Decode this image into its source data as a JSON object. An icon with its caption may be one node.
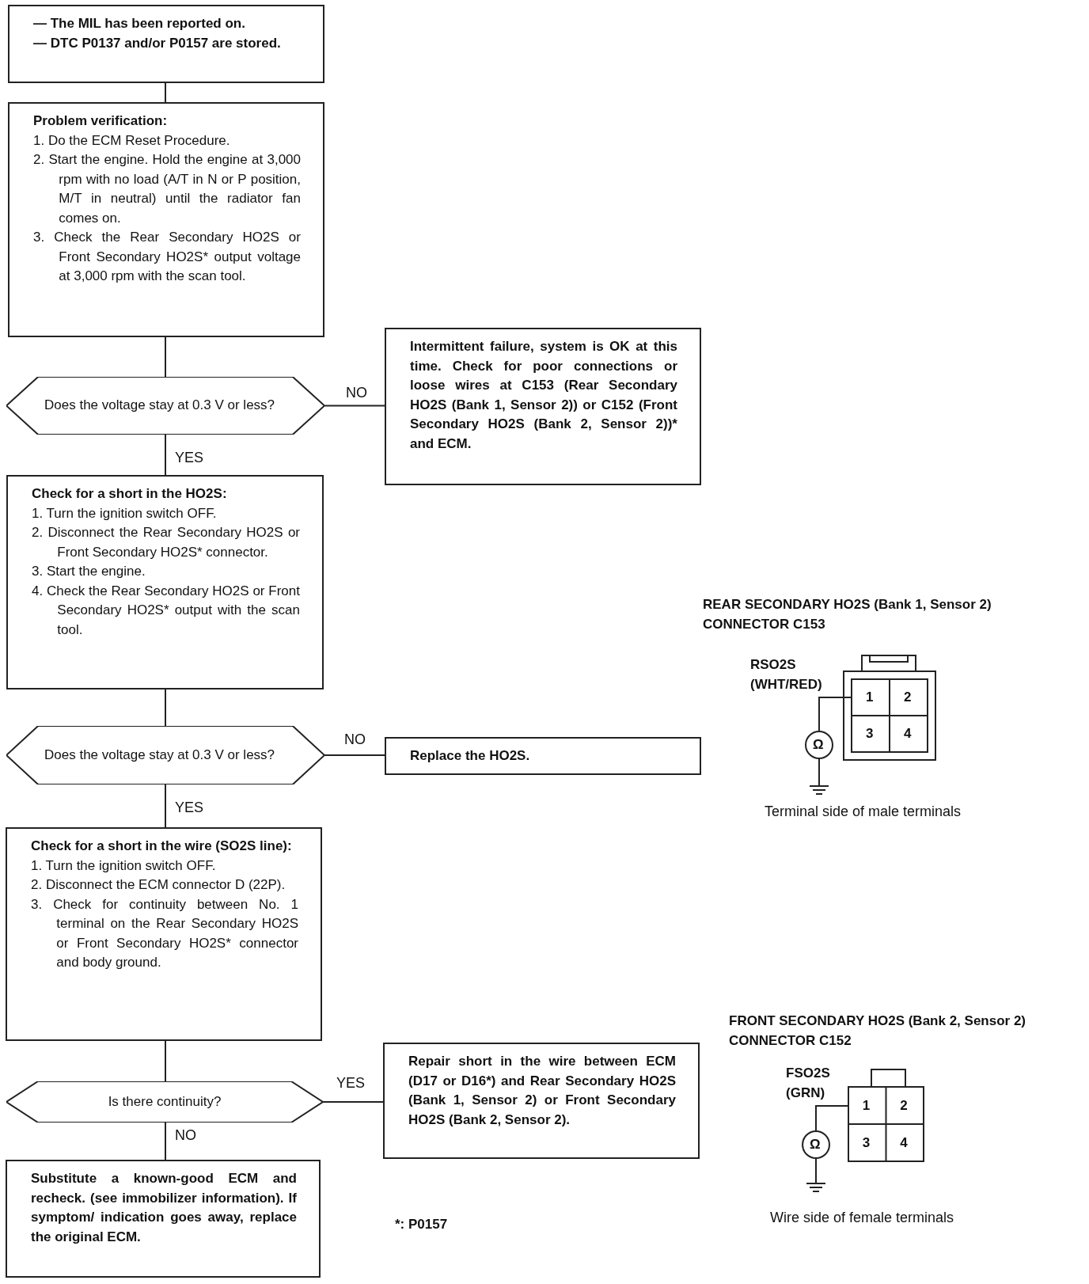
{
  "diagram": {
    "nodes": [
      {
        "text": [
          "— The MIL has been reported on.",
          "— DTC P0137 and/or P0157 are stored."
        ]
      },
      {
        "text": [
          "Problem verification:",
          "1. Do the ECM Reset Procedure.",
          "2. Start the engine. Hold the engine at 3,000 rpm with no load (A/T in N or P position, M/T in neutral) until the radiator fan comes on.",
          "3. Check the Rear Secondary HO2S or Front Secondary HO2S* output voltage at 3,000 rpm with the scan tool."
        ]
      },
      {
        "text": [
          "Does the voltage stay at 0.3 V or less?"
        ]
      },
      {
        "text": [
          "Intermittent failure, system is OK at this time. Check for poor connections or loose wires at C153 (Rear Secondary HO2S (Bank 1, Sensor 2)) or C152 (Front Secondary HO2S (Bank 2, Sensor 2))* and ECM."
        ]
      },
      {
        "text": [
          "Check for a short in the HO2S:",
          "1. Turn the ignition switch OFF.",
          "2. Disconnect the Rear Secondary HO2S or Front Secondary HO2S* connector.",
          "3. Start the engine.",
          "4. Check the Rear Secondary HO2S or Front Secondary HO2S* output with the scan tool."
        ]
      },
      {
        "text": [
          "Does the voltage stay at 0.3 V or less?"
        ]
      },
      {
        "text": [
          "Replace the HO2S."
        ]
      },
      {
        "text": [
          "Check for a short in the wire (SO2S line):",
          "1. Turn the ignition switch OFF.",
          "2. Disconnect the ECM connector D (22P).",
          "3. Check for continuity between No. 1 terminal on the Rear Secondary HO2S or Front Secondary HO2S* connector and body ground."
        ]
      },
      {
        "text": [
          "Is there continuity?"
        ]
      },
      {
        "text": [
          "Repair short in the wire between ECM (D17 or D16*) and Rear Secondary HO2S (Bank 1, Sensor 2) or Front Secondary HO2S (Bank 2, Sensor 2)."
        ]
      },
      {
        "text": [
          "Substitute a known-good ECM and recheck. (see immobilizer information). If symptom/ indication goes away, replace the original ECM."
        ]
      }
    ],
    "edges": [
      {
        "from": 0,
        "to": 1,
        "arrow": "none"
      },
      {
        "from": 1,
        "to": 2,
        "arrow": "none"
      },
      {
        "from": 2,
        "to": 3,
        "arrow": "none",
        "label": "NO"
      },
      {
        "from": 2,
        "to": 4,
        "arrow": "none",
        "label": "YES"
      },
      {
        "from": 4,
        "to": 5,
        "arrow": "none"
      },
      {
        "from": 5,
        "to": 6,
        "arrow": "none",
        "label": "NO"
      },
      {
        "from": 5,
        "to": 7,
        "arrow": "none",
        "label": "YES"
      },
      {
        "from": 7,
        "to": 8,
        "arrow": "none"
      },
      {
        "from": 8,
        "to": 9,
        "arrow": "none",
        "label": "YES"
      },
      {
        "from": 8,
        "to": 10,
        "arrow": "none",
        "label": "NO"
      }
    ],
    "labels": [
      "REAR SECONDARY HO2S (Bank 1, Sensor 2) CONNECTOR C153",
      "RSO2S (WHT/RED)",
      "1",
      "2",
      "3",
      "4",
      "Ω",
      "Terminal side of male terminals",
      "FRONT SECONDARY HO2S (Bank 2, Sensor 2) CONNECTOR C152",
      "FSO2S (GRN)",
      "1",
      "2",
      "Ω",
      "3",
      "4",
      "Wire side of female terminals",
      "*: P0157"
    ]
  }
}
